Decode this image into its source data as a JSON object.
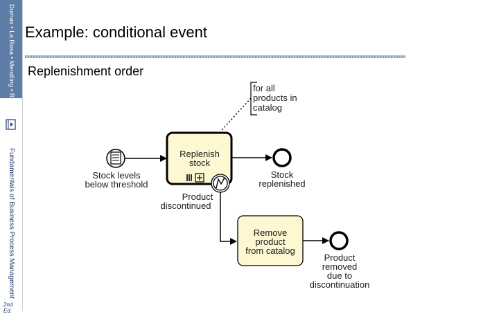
{
  "sidebar": {
    "top_text": "Dumas • La Rosa • Mendling • Reijers",
    "bottom_text": "Fundamentals of Business Process Management",
    "edition": "2nd Ed."
  },
  "slide": {
    "title": "Example: conditional event",
    "subtitle": "Replenishment order"
  },
  "diagram": {
    "annotation": [
      "for all",
      "products in",
      "catalog"
    ],
    "start_event_label": [
      "Stock levels",
      "below threshold"
    ],
    "task_replenish": [
      "Replenish",
      "stock"
    ],
    "end_event_1_label": [
      "Stock",
      "replenished"
    ],
    "boundary_event_label": [
      "Product",
      "discontinued"
    ],
    "task_remove": [
      "Remove",
      "product",
      "from catalog"
    ],
    "end_event_2_label": [
      "Product",
      "removed",
      "due to",
      "discontinuation"
    ]
  },
  "colors": {
    "task_fill": "#fdf8d2",
    "sidebar_band": "#5d7da6",
    "stroke": "#000000"
  }
}
